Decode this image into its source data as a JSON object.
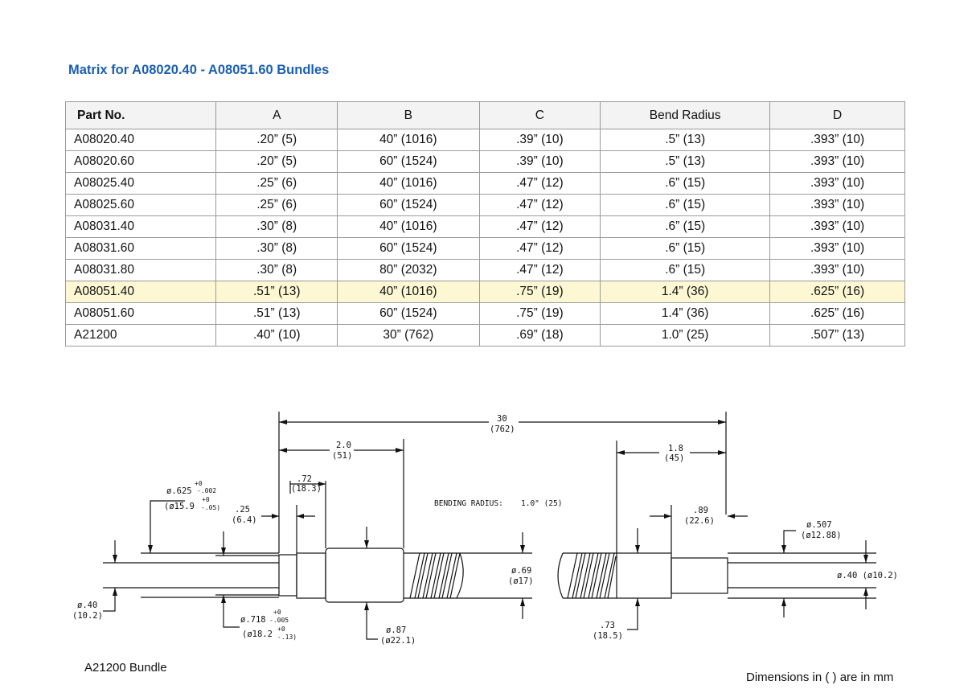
{
  "title": "Matrix for A08020.40  - A08051.60 Bundles",
  "table": {
    "headers": [
      "Part No.",
      "A",
      "B",
      "C",
      "Bend Radius",
      "D"
    ],
    "rows": [
      [
        "A08020.40",
        ".20” (5)",
        "40” (1016)",
        ".39” (10)",
        ".5” (13)",
        ".393” (10)"
      ],
      [
        "A08020.60",
        ".20” (5)",
        "60” (1524)",
        ".39” (10)",
        ".5” (13)",
        ".393” (10)"
      ],
      [
        "A08025.40",
        ".25” (6)",
        "40” (1016)",
        ".47” (12)",
        ".6” (15)",
        ".393” (10)"
      ],
      [
        "A08025.60",
        ".25” (6)",
        "60” (1524)",
        ".47” (12)",
        ".6” (15)",
        ".393” (10)"
      ],
      [
        "A08031.40",
        ".30” (8)",
        "40” (1016)",
        ".47” (12)",
        ".6” (15)",
        ".393” (10)"
      ],
      [
        "A08031.60",
        ".30” (8)",
        "60” (1524)",
        ".47” (12)",
        ".6” (15)",
        ".393” (10)"
      ],
      [
        "A08031.80",
        ".30” (8)",
        "80” (2032)",
        ".47” (12)",
        ".6” (15)",
        ".393” (10)"
      ],
      [
        "A08051.40",
        ".51” (13)",
        "40” (1016)",
        ".75” (19)",
        "1.4” (36)",
        ".625” (16)"
      ],
      [
        "A08051.60",
        ".51” (13)",
        "60” (1524)",
        ".75” (19)",
        "1.4” (36)",
        ".625” (16)"
      ],
      [
        "A21200",
        ".40” (10)",
        "30” (762)",
        ".69” (18)",
        "1.0” (25)",
        ".507” (13)"
      ]
    ],
    "highlight_row": 7,
    "highlight_color": "#fdf8d3"
  },
  "accent_color": "#1a5fb0",
  "drawing": {
    "total_len": "30",
    "total_len_mm": "(762)",
    "left_len": "2.0",
    "left_len_mm": "(51)",
    "right_len": "1.8",
    "right_len_mm": "(45)",
    "d72": ".72",
    "d72_mm": "(18.3)",
    "d25": ".25",
    "d25_mm": "(6.4)",
    "d89": ".89",
    "d89_mm": "(22.6)",
    "d625": "ø.625",
    "d625_tol_plus": "+0",
    "d625_tol_minus": "-.002",
    "d625_mm": "(ø15.9",
    "d625_mm_tol_plus": "+0",
    "d625_mm_tol_minus": "-.05)",
    "d718": "ø.718",
    "d718_tol_plus": "+0",
    "d718_tol_minus": "-.005",
    "d718_mm": "(ø18.2",
    "d718_mm_tol_plus": "+0",
    "d718_mm_tol_minus": "-.13)",
    "d87": "ø.87",
    "d87_mm": "(ø22.1)",
    "d69": "ø.69",
    "d69_mm": "(ø17)",
    "d507": "ø.507",
    "d507_mm": "(ø12.88)",
    "d40_right": "ø.40  (ø10.2)",
    "d40_left": "ø.40",
    "d40_left_mm": "(10.2)",
    "d73": ".73",
    "d73_mm": "(18.5)",
    "bending_label": "BENDING RADIUS:",
    "bending_value": "1.0\"  (25)"
  },
  "caption_left": "A21200 Bundle",
  "caption_right": "Dimensions in ( ) are in mm"
}
